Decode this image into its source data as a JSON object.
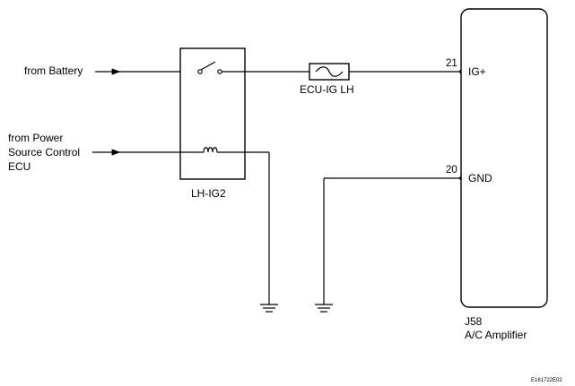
{
  "inputs": {
    "battery_label": "from Battery",
    "power_source_line1": "from Power",
    "power_source_line2": "Source Control",
    "power_source_line3": "ECU"
  },
  "relay": {
    "name": "LH-IG2"
  },
  "fuse": {
    "name": "ECU-IG LH"
  },
  "amplifier": {
    "connector": "J58",
    "name": "A/C Amplifier",
    "pins": [
      {
        "number": "21",
        "label": "IG+"
      },
      {
        "number": "20",
        "label": "GND"
      }
    ]
  },
  "image_code": "E161722E02"
}
